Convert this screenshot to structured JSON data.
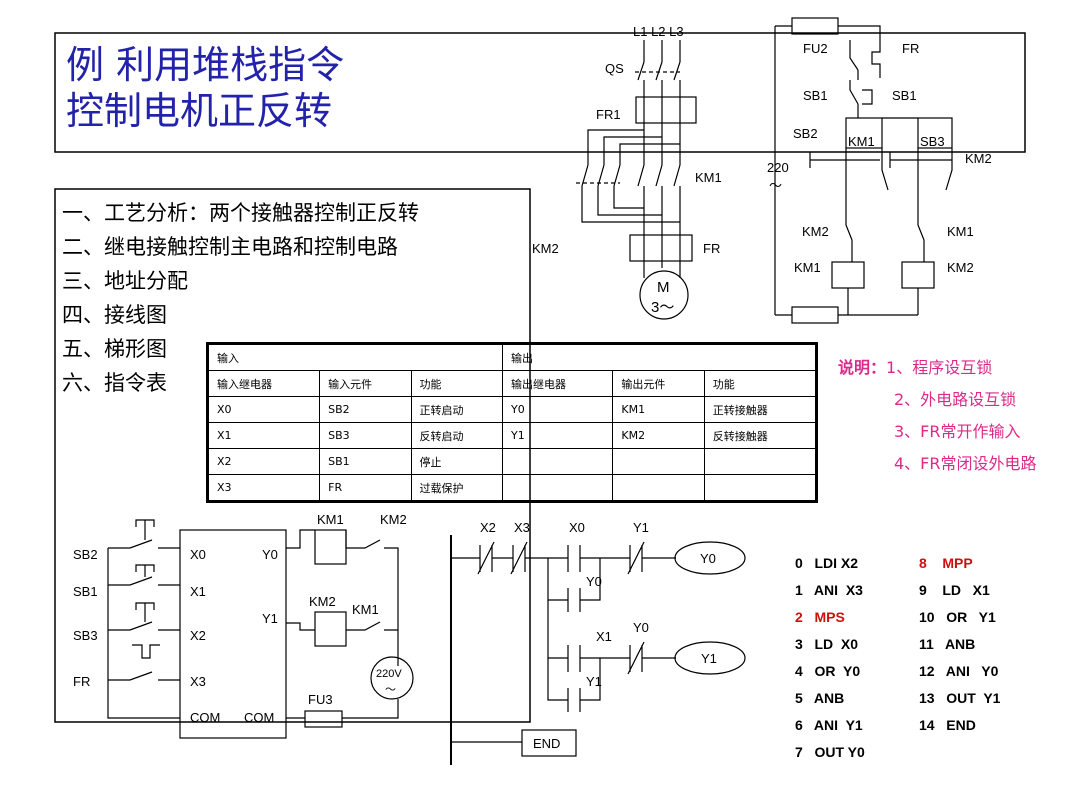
{
  "title": {
    "line1": "例  利用堆栈指令",
    "line2": "控制电机正反转"
  },
  "outline": [
    "一、工艺分析：两个接触器控制正反转",
    "二、继电接触控制主电路和控制电路",
    "三、地址分配",
    "四、接线图",
    "五、梯形图",
    "六、指令表"
  ],
  "notes": {
    "label": "说明：",
    "items": [
      "1、程序设互锁",
      "2、外电路设互锁",
      "3、FR常开作输入",
      "4、FR常闭设外电路"
    ]
  },
  "io_table": {
    "input_header": "输入",
    "output_header": "输出",
    "columns": [
      "输入继电器",
      "输入元件",
      "功能",
      "输出继电器",
      "输出元件",
      "功能"
    ],
    "rows": [
      [
        "X0",
        "SB2",
        "正转启动",
        "Y0",
        "KM1",
        "正转接触器"
      ],
      [
        "X1",
        "SB3",
        "反转启动",
        "Y1",
        "KM2",
        "反转接触器"
      ],
      [
        "X2",
        "SB1",
        "停止",
        "",
        "",
        ""
      ],
      [
        "X3",
        "FR",
        "过载保护",
        "",
        "",
        ""
      ]
    ]
  },
  "program": {
    "left": [
      {
        "text": "0   LDI X2",
        "highlight": false
      },
      {
        "text": "1   ANI  X3",
        "highlight": false
      },
      {
        "text": "2   MPS",
        "highlight": true
      },
      {
        "text": "3   LD  X0",
        "highlight": false
      },
      {
        "text": "4   OR  Y0",
        "highlight": false
      },
      {
        "text": "5   ANB",
        "highlight": false
      },
      {
        "text": "6   ANI  Y1",
        "highlight": false
      },
      {
        "text": "7   OUT Y0",
        "highlight": false
      }
    ],
    "right": [
      {
        "text": "8    MPP",
        "highlight": true
      },
      {
        "text": "9    LD   X1",
        "highlight": false
      },
      {
        "text": "10   OR   Y1",
        "highlight": false
      },
      {
        "text": "11   ANB",
        "highlight": false
      },
      {
        "text": "12   ANI   Y0",
        "highlight": false
      },
      {
        "text": "13   OUT  Y1",
        "highlight": false
      },
      {
        "text": "14   END",
        "highlight": false
      }
    ]
  },
  "main_circuit": {
    "phases": "L1  L2  L3",
    "qs": "QS",
    "fr1": "FR1",
    "km1": "KM1",
    "km2": "KM2",
    "fr": "FR",
    "motor_line1": "M",
    "motor_line2": "3～"
  },
  "control_circuit": {
    "fu2": "FU2",
    "fr": "FR",
    "sb1a": "SB1",
    "sb1b": "SB1",
    "sb2": "SB2",
    "km1_aux": "KM1",
    "sb3": "SB3",
    "km2_aux": "KM2",
    "voltage": "220",
    "tilde": "～",
    "km2_nc": "KM2",
    "km1_nc": "KM1",
    "km1_coil": "KM1",
    "km2_coil": "KM2"
  },
  "wiring": {
    "inputs": [
      "SB2",
      "SB1",
      "SB3",
      "FR"
    ],
    "plc_in": [
      "X0",
      "X1",
      "X2",
      "X3",
      "COM"
    ],
    "plc_out": [
      "Y0",
      "Y1",
      "COM"
    ],
    "km1_top": "KM1",
    "km2_top": "KM2",
    "km2_mid": "KM2",
    "km1_mid": "KM1",
    "supply_v": "220V",
    "supply_tilde": "～",
    "fuse": "FU3"
  },
  "ladder": {
    "x2": "X2",
    "x3": "X3",
    "x0": "X0",
    "y1a": "Y1",
    "y0coil": "Y0",
    "y0seal": "Y0",
    "x1": "X1",
    "y0b": "Y0",
    "y1coil": "Y1",
    "y1seal": "Y1",
    "end": "END"
  }
}
